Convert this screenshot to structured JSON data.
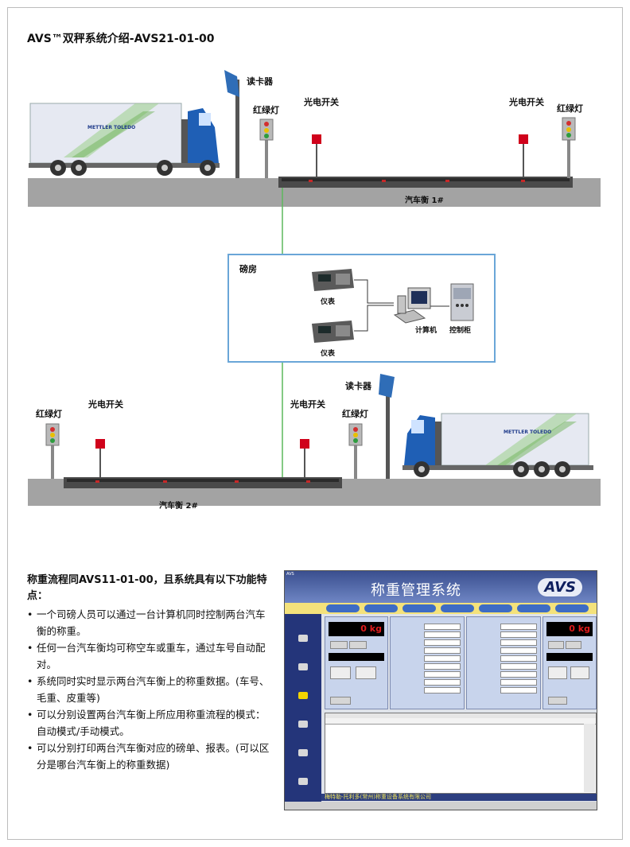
{
  "title": "AVS™双秤系统介绍-AVS21-01-00",
  "diagram": {
    "card_reader_label": "读卡器",
    "traffic_light_label": "红绿灯",
    "photo_switch_label": "光电开关",
    "scale1_label": "汽车衡 1#",
    "scale2_label": "汽车衡 2#",
    "room_label": "磅房",
    "instrument_label": "仪表",
    "computer_label": "计算机",
    "cabinet_label": "控制柜",
    "truck_brand": "METTLER TOLEDO",
    "colors": {
      "room_border": "#6aa6d8",
      "green_line": "#5cb85c",
      "photo_switch": "#d0021b",
      "road": "#9e9e9e",
      "truck_cab": "#1f5fb5"
    }
  },
  "features": {
    "heading": "称重流程同AVS11-01-00，且系统具有以下功能特点：",
    "items": [
      "一个司磅人员可以通过一台计算机同时控制两台汽车衡的称重。",
      "任何一台汽车衡均可称空车或重车，通过车号自动配对。",
      "系统同时实时显示两台汽车衡上的称重数据。(车号、毛重、皮重等)",
      "可以分别设置两台汽车衡上所应用称重流程的模式：自动模式/手动模式。",
      "可以分别打印两台汽车衡对应的磅单、报表。(可以区分是哪台汽车衡上的称重数据)"
    ]
  },
  "app": {
    "window_title": "AVS",
    "title": "称重管理系统",
    "logo": "AVS",
    "footer": "梅特勒-托利多(常州)称重设备系统有限公司",
    "display_unit": "kg",
    "display_value": "0"
  }
}
